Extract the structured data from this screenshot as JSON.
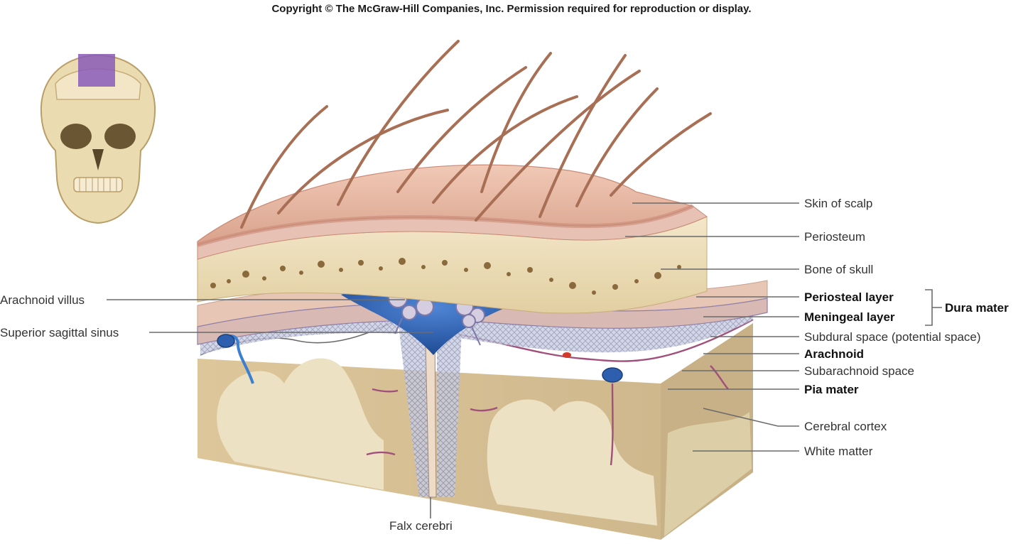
{
  "copyright": "Copyright © The McGraw-Hill Companies, Inc. Permission required for reproduction or display.",
  "labels": {
    "skin_of_scalp": "Skin of scalp",
    "periosteum": "Periosteum",
    "bone_of_skull": "Bone of skull",
    "periosteal_layer": "Periosteal layer",
    "meningeal_layer": "Meningeal layer",
    "dura_mater": "Dura mater",
    "subdural_space": "Subdural space (potential space)",
    "arachnoid": "Arachnoid",
    "subarachnoid_space": "Subarachnoid space",
    "pia_mater": "Pia mater",
    "cerebral_cortex": "Cerebral cortex",
    "white_matter": "White matter",
    "arachnoid_villus": "Arachnoid villus",
    "superior_sagittal_sinus": "Superior sagittal sinus",
    "falx_cerebri": "Falx cerebri"
  },
  "colors": {
    "skin": "#e9b9a6",
    "skin_dark": "#c98a76",
    "hair": "#a86f55",
    "bone": "#efe2c2",
    "bone_spots": "#8a6a3c",
    "dura": "#ecd3c3",
    "sinus_blue": "#2e5fae",
    "cortex": "#d9c396",
    "white_matter": "#ece1c2",
    "pia": "#a0507a",
    "arachnoid_purple": "#7d78a8",
    "skull_thumb": "#e8d7a8",
    "highlight_purple": "#8a5bb8"
  },
  "icons": {
    "skull": "skull-thumbnail-icon"
  }
}
